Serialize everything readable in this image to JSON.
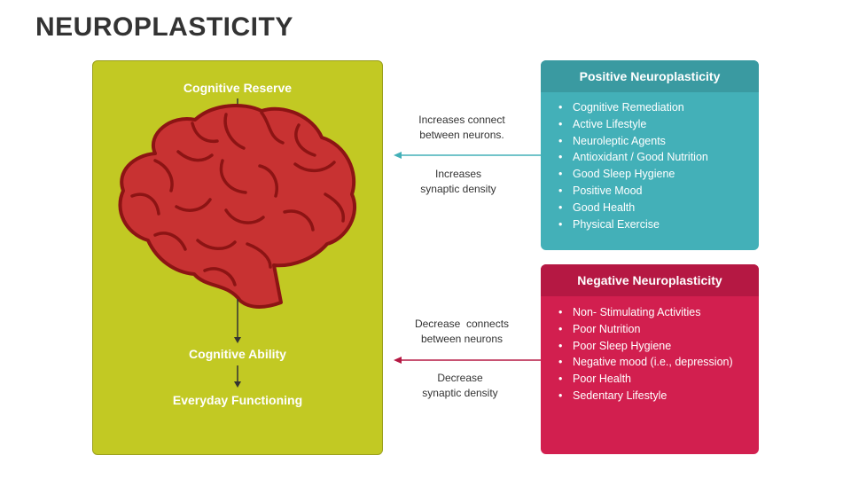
{
  "title": "NEUROPLASTICITY",
  "left_panel": {
    "top_label": "Cognitive Reserve",
    "middle_label": "Cognitive Ability",
    "bottom_label": "Everyday Functioning",
    "brain_icon": "brain-icon",
    "colors": {
      "panel": "#c2c923",
      "brain": "#c83232",
      "brain_outline": "#8c1414"
    }
  },
  "positive": {
    "header": "Positive Neuroplasticity",
    "color": "#43b0b8",
    "items": [
      "Cognitive Remediation",
      "Active Lifestyle",
      "Neuroleptic Agents",
      "Antioxidant / Good Nutrition",
      "Good Sleep Hygiene",
      "Positive Mood",
      "Good Health",
      "Physical Exercise"
    ]
  },
  "negative": {
    "header": "Negative Neuroplasticity",
    "color": "#d21f4f",
    "items": [
      "Non- Stimulating Activities",
      "Poor Nutrition",
      "Poor Sleep Hygiene",
      "Negative mood (i.e., depression)",
      "Poor Health",
      "Sedentary Lifestyle"
    ]
  },
  "connectors": {
    "positive_top": [
      "Increases connect",
      "between neurons."
    ],
    "positive_bottom": [
      "Increases",
      "synaptic density"
    ],
    "negative_top": [
      "Decrease  connects",
      "between neurons"
    ],
    "negative_bottom": [
      "Decrease",
      "synaptic density"
    ]
  }
}
